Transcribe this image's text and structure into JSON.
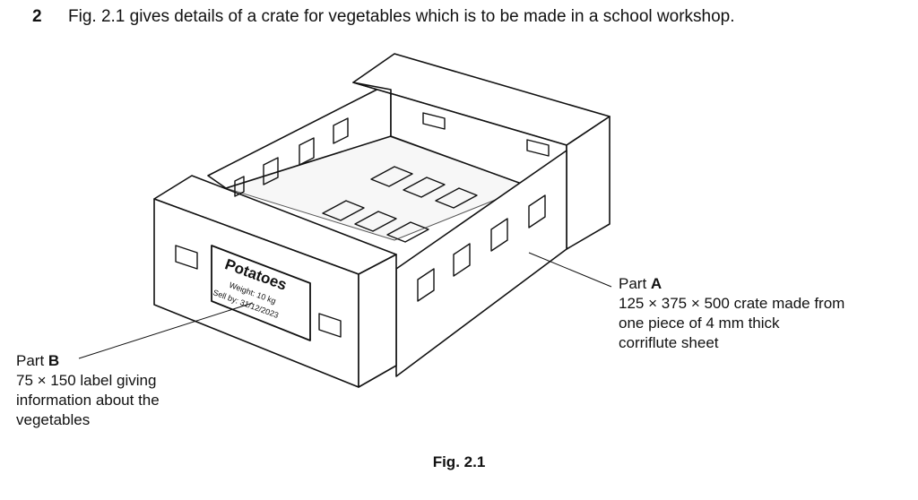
{
  "question": {
    "number": "2",
    "text": "Fig. 2.1 gives details of a crate for vegetables which is to be made in a school workshop."
  },
  "crate_label": {
    "title": "Potatoes",
    "weight": "Weight: 10 kg",
    "sell_by": "Sell by: 31/12/2023"
  },
  "part_a": {
    "prefix": "Part",
    "letter": "A",
    "lines": [
      "125 × 375 × 500 crate made from",
      "one piece of 4 mm thick",
      "corriflute sheet"
    ]
  },
  "part_b": {
    "prefix": "Part",
    "letter": "B",
    "lines": [
      "75 × 150 label giving",
      "information about the",
      "vegetables"
    ]
  },
  "caption": "Fig. 2.1"
}
